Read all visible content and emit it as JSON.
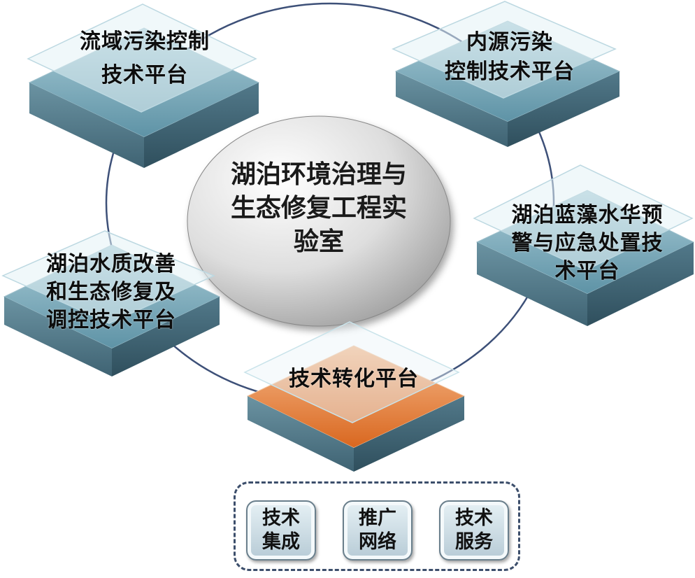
{
  "center": {
    "line1": "湖泊环境治理与",
    "line2": "生态修复工程实",
    "line3": "验室"
  },
  "platforms": {
    "basin": {
      "line1": "流域污染控制",
      "line2": "技术平台"
    },
    "internal": {
      "line1": "内源污染",
      "line2": "控制技术平台"
    },
    "bloom": {
      "line1": "湖泊蓝藻水华预",
      "line2": "警与应急处置技",
      "line3": "术平台"
    },
    "quality": {
      "line1": "湖泊水质改善",
      "line2": "和生态修复及",
      "line3": "调控技术平台"
    },
    "transfer": {
      "line1": "技术转化平台"
    }
  },
  "services": [
    {
      "label": "技术集成"
    },
    {
      "label": "推广网络"
    },
    {
      "label": "技术服务"
    }
  ],
  "colors": {
    "ring": "#3d5078",
    "platform_top": "#6fa2b3",
    "platform_side": "#4d7584",
    "transfer_top": "#e7853a",
    "frame": "#3c4e6b"
  }
}
